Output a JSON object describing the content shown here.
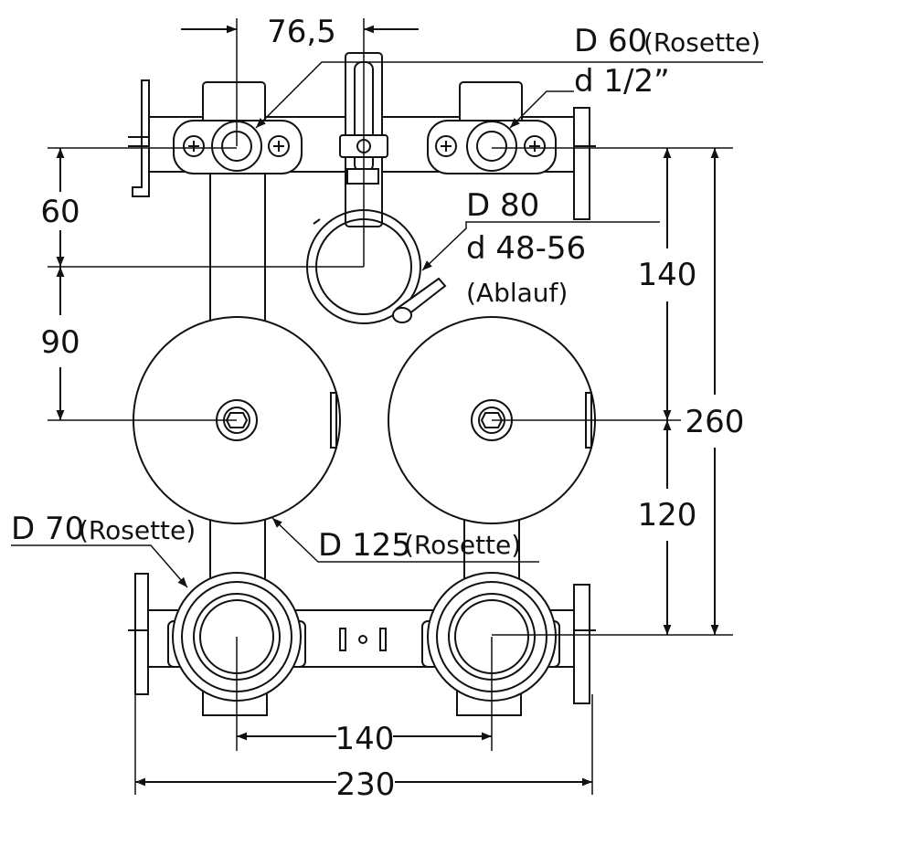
{
  "dimensions": {
    "offset_top": "76,5",
    "left_60": "60",
    "left_90": "90",
    "right_140": "140",
    "right_120": "120",
    "right_260": "260",
    "bottom_140": "140",
    "bottom_230": "230"
  },
  "callouts": {
    "d60_main": "D 60",
    "d60_sub": "(Rosette)",
    "d60_thread": "d 1/2”",
    "d80_main": "D 80",
    "d80_range": "d 48-56",
    "d80_label": "(Ablauf)",
    "d70_main": "D 70",
    "d70_sub": "(Rosette)",
    "d125_main": "D 125",
    "d125_sub": "(Rosette)"
  }
}
